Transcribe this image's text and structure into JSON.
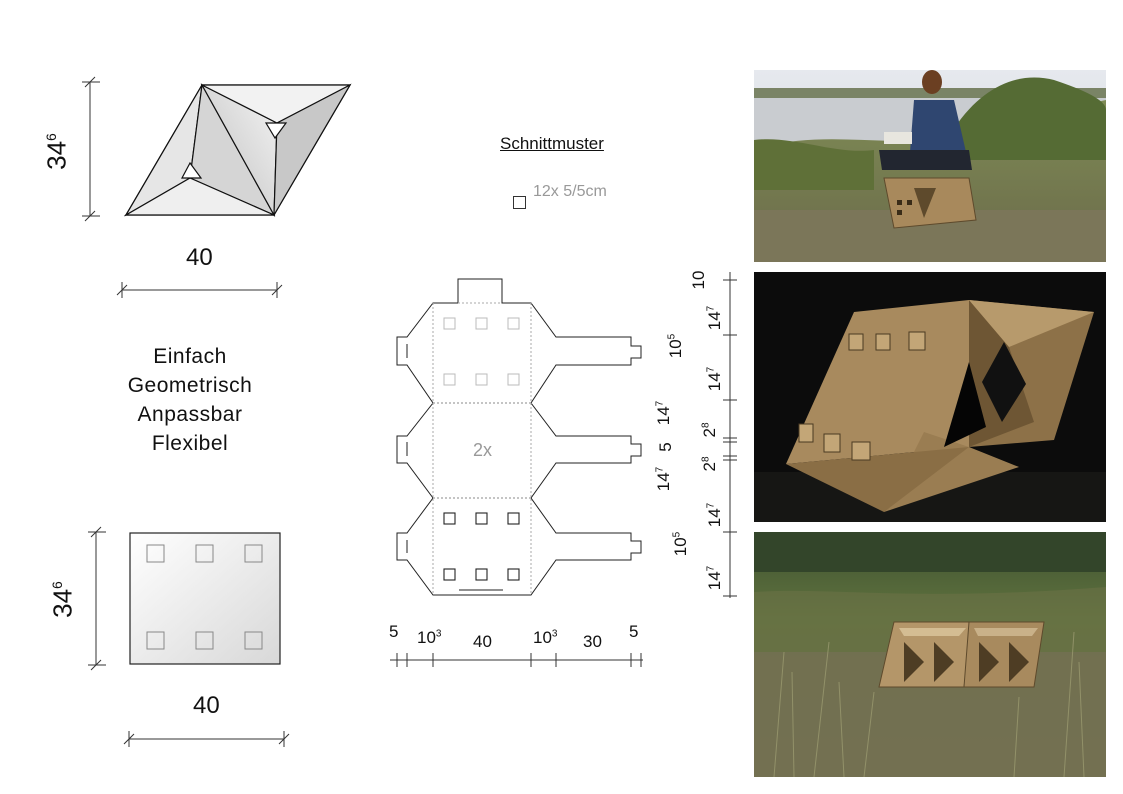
{
  "top_view": {
    "height_label": "34",
    "height_sup": "6",
    "width_label": "40"
  },
  "features": [
    "Einfach",
    "Geometrisch",
    "Anpassbar",
    "Flexibel"
  ],
  "front_view": {
    "height_label": "34",
    "height_sup": "6",
    "width_label": "40"
  },
  "pattern": {
    "title": "Schnittmuster",
    "legend": "12x 5/5cm",
    "multiplier": "2x",
    "horizontal_dims": [
      {
        "base": "5",
        "sup": ""
      },
      {
        "base": "10",
        "sup": "3"
      },
      {
        "base": "40",
        "sup": ""
      },
      {
        "base": "10",
        "sup": "3"
      },
      {
        "base": "30",
        "sup": ""
      },
      {
        "base": "5",
        "sup": ""
      }
    ],
    "vertical_dims": [
      {
        "base": "10",
        "sup": "5"
      },
      {
        "base": "14",
        "sup": "7"
      },
      {
        "base": "5",
        "sup": ""
      },
      {
        "base": "14",
        "sup": "7"
      },
      {
        "base": "10",
        "sup": "5"
      }
    ]
  },
  "photo_side_dims": [
    {
      "base": "10",
      "sup": ""
    },
    {
      "base": "14",
      "sup": "7"
    },
    {
      "base": "14",
      "sup": "7"
    },
    {
      "base": "2",
      "sup": "8"
    },
    {
      "base": "2",
      "sup": "8"
    },
    {
      "base": "14",
      "sup": "7"
    },
    {
      "base": "14",
      "sup": "7"
    }
  ],
  "colors": {
    "cardboard": "#a88a5e",
    "cardboard_dark": "#6e5634",
    "grass": "#6f7a4c",
    "sky": "#d9dde2",
    "night": "#0c0c0c"
  }
}
